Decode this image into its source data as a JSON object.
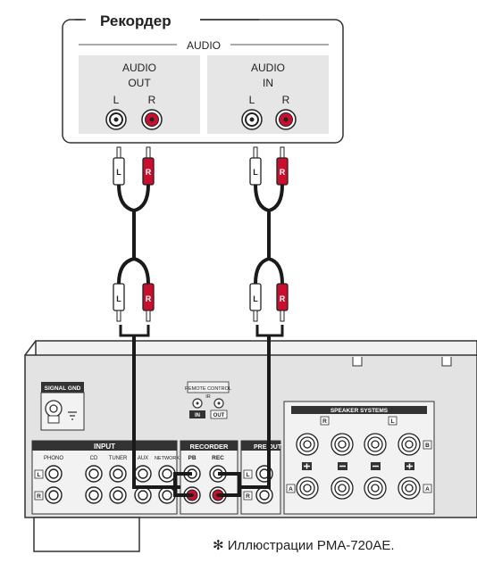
{
  "recorder": {
    "title": "Рекордер",
    "audio_label": "AUDIO",
    "out_label_1": "AUDIO",
    "out_label_2": "OUT",
    "in_label_1": "AUDIO",
    "in_label_2": "IN",
    "l": "L",
    "r": "R"
  },
  "plugs": {
    "left": "L",
    "right": "R"
  },
  "amp": {
    "signal_gnd": "SIGNAL GND",
    "remote_control": "REMOTE CONTROL",
    "ir": "IR",
    "rc_in": "IN",
    "rc_out": "OUT",
    "input": "INPUT",
    "phono": "PHONO",
    "cd": "CD",
    "tuner": "TUNER",
    "aux": "AUX",
    "network": "NETWORK",
    "recorder": "RECORDER",
    "pb": "PB",
    "rec": "REC",
    "pre_out": "PRE OUT",
    "speaker_systems": "SPEAKER SYSTEMS",
    "sp_a": "A",
    "sp_b": "B",
    "side_l": "L",
    "side_r": "R"
  },
  "footnote": "✻ Иллюстрации PMA-720AE.",
  "colors": {
    "red_jack": "#c8102e",
    "cable": "#1a1a1a",
    "panel": "#e6e6e6"
  }
}
